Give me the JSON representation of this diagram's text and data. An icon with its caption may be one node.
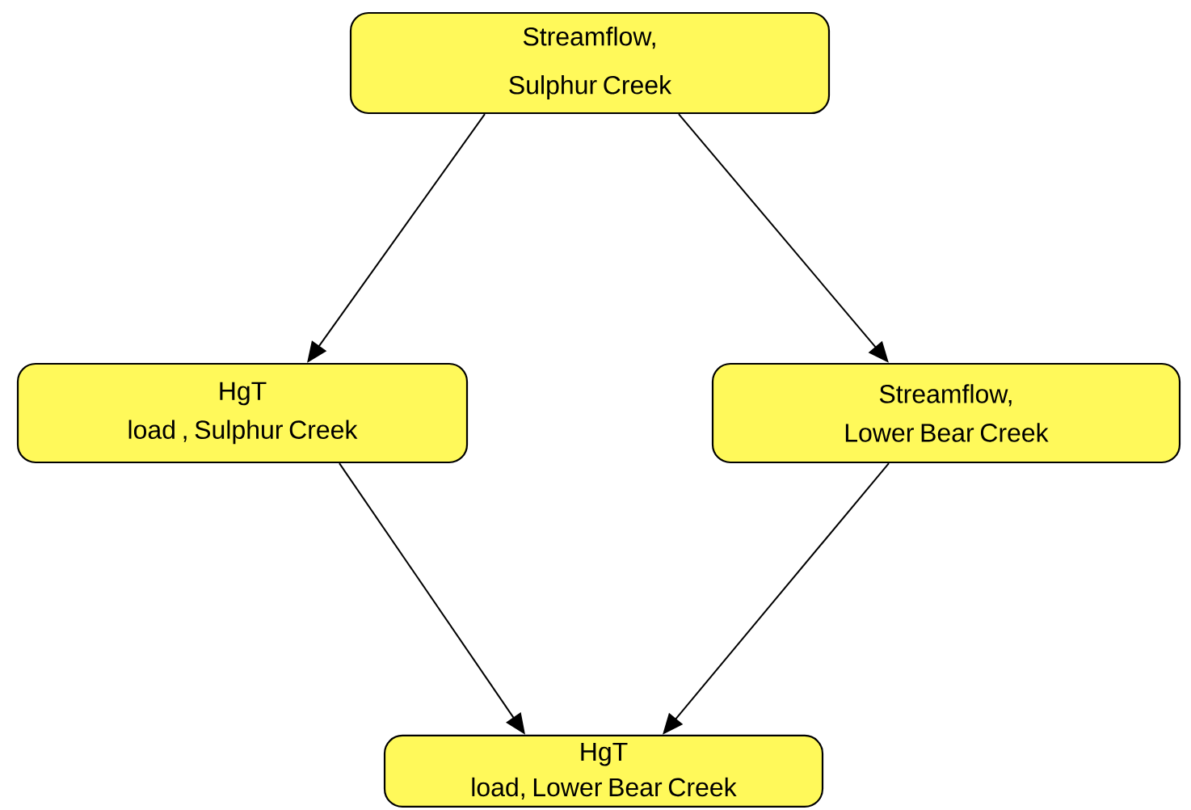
{
  "diagram": {
    "nodes": [
      {
        "text": [
          "Streamflow, Sulphur Creek"
        ]
      },
      {
        "text": [
          "HgT load , Sulphur Creek"
        ]
      },
      {
        "text": [
          "Streamflow, Lower Bear Creek"
        ]
      },
      {
        "text": [
          "HgT load, Lower Bear Creek"
        ]
      }
    ],
    "edges": [
      {
        "from": 0,
        "to": 1,
        "arrow": "to"
      },
      {
        "from": 0,
        "to": 2,
        "arrow": "to"
      },
      {
        "from": 1,
        "to": 3,
        "arrow": "to"
      },
      {
        "from": 2,
        "to": 3,
        "arrow": "to"
      }
    ]
  }
}
